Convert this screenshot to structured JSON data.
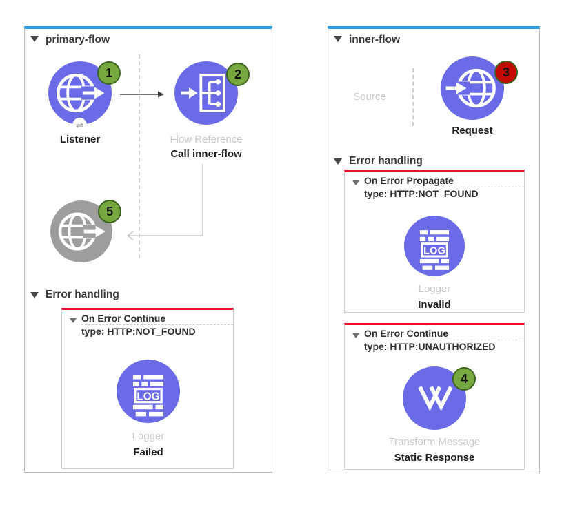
{
  "colors": {
    "flow_accent": "#2D9FE8",
    "error_accent": "#E8112D",
    "node_blue": "#6B6BE8",
    "node_gray": "#9E9E9E",
    "badge_green": "#76A83F",
    "badge_red": "#C40A05",
    "badge_border": "#3C641E",
    "muted_label": "#C9C9C9"
  },
  "icons": {
    "exchange_glyph": "⇌"
  },
  "flows": [
    {
      "title": "primary-flow",
      "listener": {
        "label": "Listener",
        "badge": "1"
      },
      "flow_reference": {
        "type_label": "Flow Reference",
        "name_label": "Call inner-flow",
        "badge": "2"
      },
      "disabled_listener": {
        "badge": "5"
      },
      "error_handling_title": "Error handling",
      "error_scopes": [
        {
          "title": "On Error Continue",
          "type_line": "type: HTTP:NOT_FOUND",
          "node_type_label": "Logger",
          "node_name_label": "Failed"
        }
      ]
    },
    {
      "title": "inner-flow",
      "source_label": "Source",
      "request": {
        "label": "Request",
        "badge": "3"
      },
      "error_handling_title": "Error handling",
      "error_scopes": [
        {
          "title": "On Error Propagate",
          "type_line": "type: HTTP:NOT_FOUND",
          "node_type_label": "Logger",
          "node_name_label": "Invalid"
        },
        {
          "title": "On Error Continue",
          "type_line": "type: HTTP:UNAUTHORIZED",
          "node_type_label": "Transform Message",
          "node_name_label": "Static Response",
          "badge": "4"
        }
      ]
    }
  ]
}
